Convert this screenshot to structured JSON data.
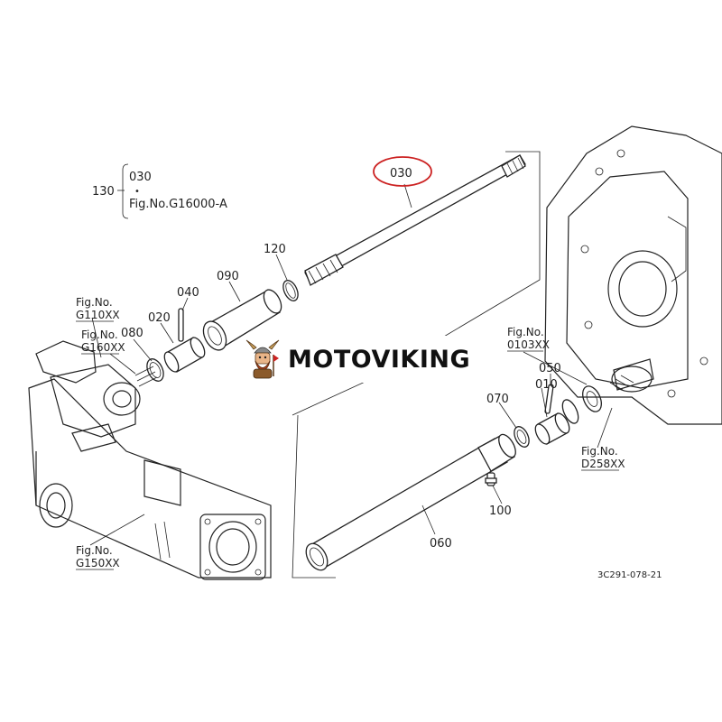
{
  "part_labels": {
    "p010": "010",
    "p020": "020",
    "p030": "030",
    "p040": "040",
    "p050": "050",
    "p060": "060",
    "p070": "070",
    "p080": "080",
    "p090": "090",
    "p100": "100",
    "p120": "120"
  },
  "assembly": {
    "number": "130",
    "item": "030",
    "dot": "•",
    "fig": "Fig.No.G16000-A"
  },
  "fig_refs": {
    "g110_a": "Fig.No.",
    "g110_b": "G110XX",
    "g160_a": "Fig.No.",
    "g160_b": "G160XX",
    "g150_a": "Fig.No.",
    "g150_b": "G150XX",
    "f0103_a": "Fig.No.",
    "f0103_b": "0103XX",
    "d258_a": "Fig.No.",
    "d258_b": "D258XX"
  },
  "diagram_code": "3C291-078-21",
  "watermark": {
    "text": "MOTOVIKING"
  },
  "colors": {
    "highlight": "#cc2222",
    "line": "#222222",
    "background": "#ffffff"
  }
}
